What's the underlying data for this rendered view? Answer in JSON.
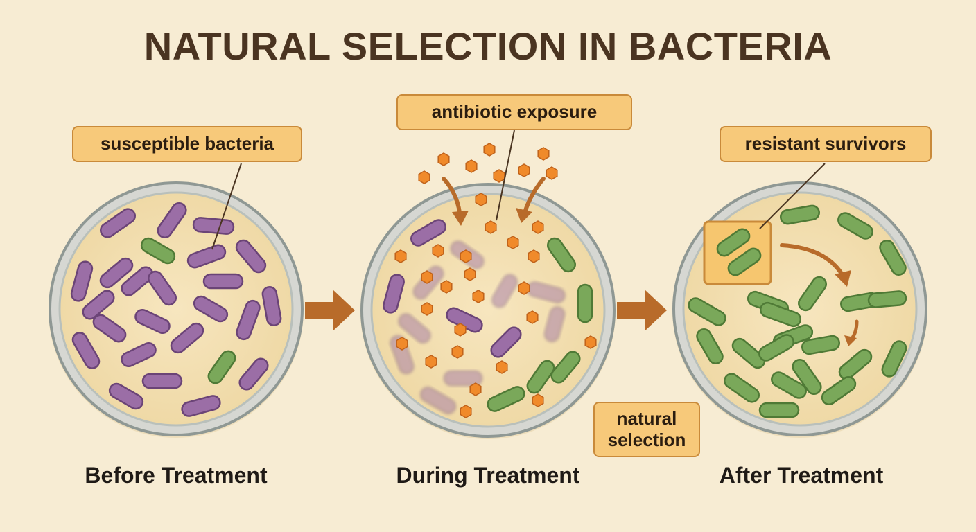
{
  "title": "NATURAL SELECTION IN BACTERIA",
  "callouts": {
    "susceptible": "susceptible bacteria",
    "antibiotic": "antibiotic exposure",
    "resistant": "resistant survivors",
    "natural_selection_line1": "natural",
    "natural_selection_line2": "selection"
  },
  "stages": {
    "before": "Before Treatment",
    "during": "During Treatment",
    "after": "After Treatment"
  },
  "colors": {
    "background": "#f7ecd3",
    "title": "#4a3421",
    "susceptible_bacteria": "#9b6ea6",
    "resistant_bacteria": "#7aa85a",
    "antibiotic": "#f08a2a",
    "arrow": "#b86b2a",
    "callout_fill": "#f7c97a",
    "callout_border": "#c98a3a"
  }
}
